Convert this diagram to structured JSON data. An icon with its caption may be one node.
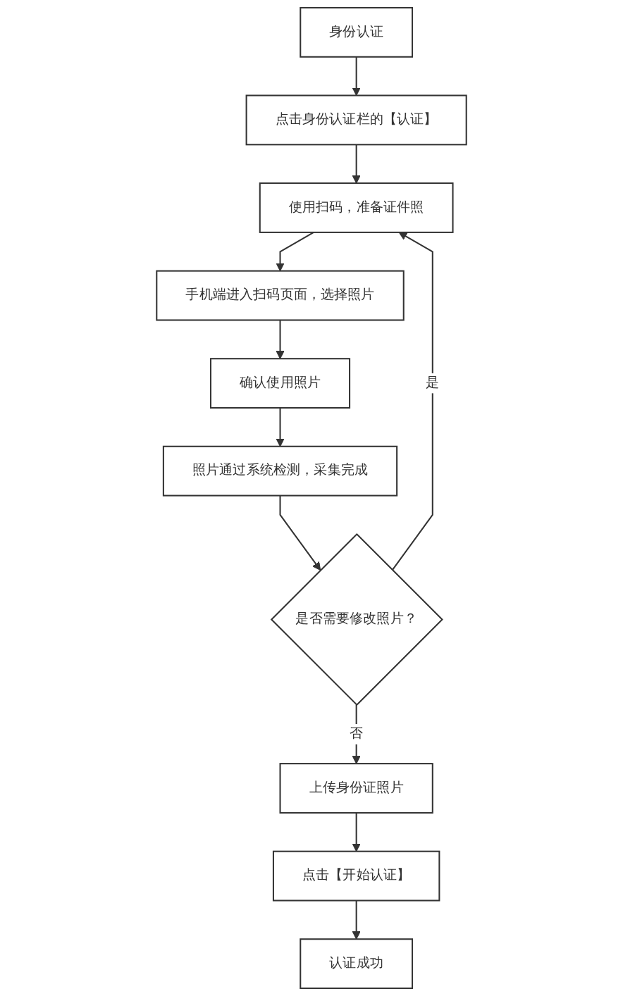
{
  "diagram": {
    "nodes": [
      {
        "text": [
          "身份认证"
        ]
      },
      {
        "text": [
          "点击身份认证栏的【认证】"
        ]
      },
      {
        "text": [
          "使用扫码，准备证件照"
        ]
      },
      {
        "text": [
          "手机端进入扫码页面，选择照片"
        ]
      },
      {
        "text": [
          "确认使用照片"
        ]
      },
      {
        "text": [
          "照片通过系统检测，采集完成"
        ]
      },
      {
        "text": [
          "是否需要修改照片？"
        ]
      },
      {
        "text": [
          "上传身份证照片"
        ]
      },
      {
        "text": [
          "点击【开始认证】"
        ]
      },
      {
        "text": [
          "认证成功"
        ]
      }
    ],
    "edges": [
      {
        "from": 0,
        "to": 1,
        "arrow": "to"
      },
      {
        "from": 1,
        "to": 2,
        "arrow": "to"
      },
      {
        "from": 2,
        "to": 3,
        "arrow": "to"
      },
      {
        "from": 3,
        "to": 4,
        "arrow": "to"
      },
      {
        "from": 4,
        "to": 5,
        "arrow": "to"
      },
      {
        "from": 5,
        "to": 6,
        "arrow": "to"
      },
      {
        "from": 6,
        "to": 2,
        "arrow": "to",
        "label": "是"
      },
      {
        "from": 6,
        "to": 7,
        "arrow": "to",
        "label": "否"
      },
      {
        "from": 7,
        "to": 8,
        "arrow": "to"
      },
      {
        "from": 8,
        "to": 9,
        "arrow": "to"
      }
    ]
  }
}
